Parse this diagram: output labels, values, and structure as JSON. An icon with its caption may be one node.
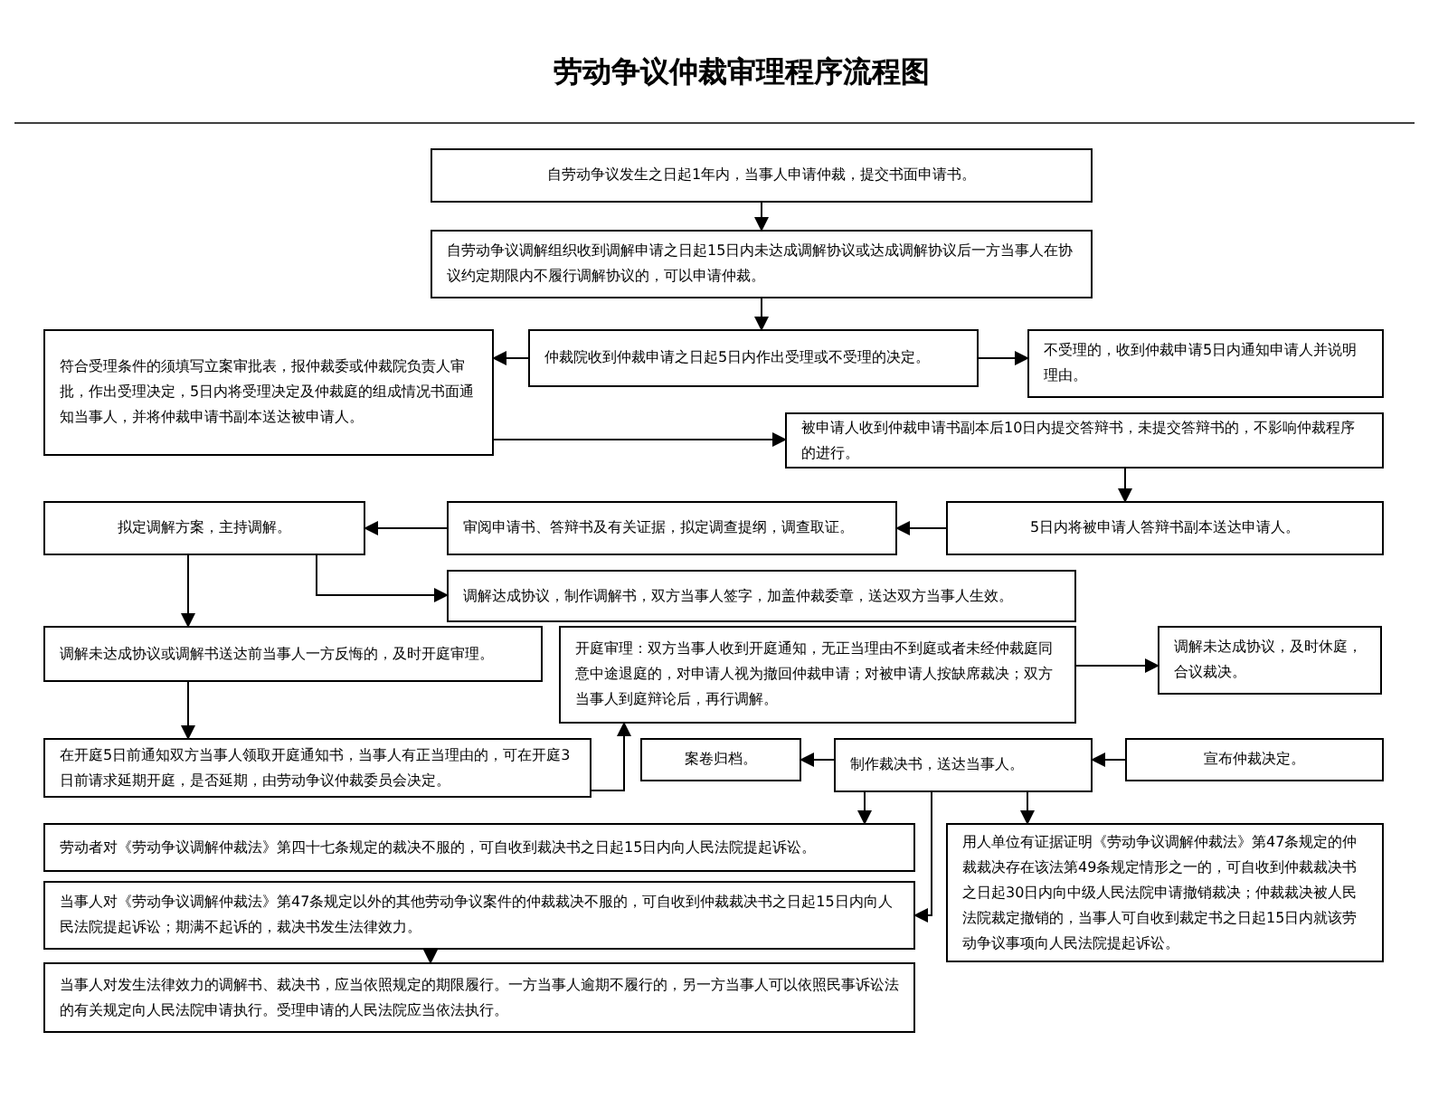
{
  "diagram": {
    "title": "劳动争议仲裁审理程序流程图",
    "nodes": [
      {
        "text": [
          "自劳动争议发生之日起1年内，当事人申请仲裁，提交书面申请书。"
        ]
      },
      {
        "text": [
          "自劳动争议调解组织收到调解申请之日起15日内未达成调解协议或达成调解协议后一方当事人在协议约定期限内不履行调解协议的，可以申请仲裁。"
        ]
      },
      {
        "text": [
          "仲裁院收到仲裁申请之日起5日内作出受理或不受理的决定。"
        ]
      },
      {
        "text": [
          "符合受理条件的须填写立案审批表，报仲裁委或仲裁院负责人审批，作出受理决定，5日内将受理决定及仲裁庭的组成情况书面通知当事人，并将仲裁申请书副本送达被申请人。"
        ]
      },
      {
        "text": [
          "不受理的，收到仲裁申请5日内通知申请人并说明理由。"
        ]
      },
      {
        "text": [
          "被申请人收到仲裁申请书副本后10日内提交答辩书，未提交答辩书的，不影响仲裁程序的进行。"
        ]
      },
      {
        "text": [
          "5日内将被申请人答辩书副本送达申请人。"
        ]
      },
      {
        "text": [
          "审阅申请书、答辩书及有关证据，拟定调查提纲，调查取证。"
        ]
      },
      {
        "text": [
          "拟定调解方案，主持调解。"
        ]
      },
      {
        "text": [
          "调解达成协议，制作调解书，双方当事人签字，加盖仲裁委章，送达双方当事人生效。"
        ]
      },
      {
        "text": [
          "调解未达成协议或调解书送达前当事人一方反悔的，及时开庭审理。"
        ]
      },
      {
        "text": [
          "开庭审理：双方当事人收到开庭通知，无正当理由不到庭或者未经仲裁庭同意中途退庭的，对申请人视为撤回仲裁申请；对被申请人按缺席裁决；双方当事人到庭辩论后，再行调解。"
        ]
      },
      {
        "text": [
          "调解未达成协议，及时休庭，合议裁决。"
        ]
      },
      {
        "text": [
          "在开庭5日前通知双方当事人领取开庭通知书，当事人有正当理由的，可在开庭3日前请求延期开庭，是否延期，由劳动争议仲裁委员会决定。"
        ]
      },
      {
        "text": [
          "案卷归档。"
        ]
      },
      {
        "text": [
          "制作裁决书，送达当事人。"
        ]
      },
      {
        "text": [
          "宣布仲裁决定。"
        ]
      },
      {
        "text": [
          "劳动者对《劳动争议调解仲裁法》第四十七条规定的裁决不服的，可自收到裁决书之日起15日内向人民法院提起诉讼。"
        ]
      },
      {
        "text": [
          "用人单位有证据证明《劳动争议调解仲裁法》第47条规定的仲裁裁决存在该法第49条规定情形之一的，可自收到仲裁裁决书之日起30日内向中级人民法院申请撤销裁决；仲裁裁决被人民法院裁定撤销的，当事人可自收到裁定书之日起15日内就该劳动争议事项向人民法院提起诉讼。"
        ]
      },
      {
        "text": [
          "当事人对《劳动争议调解仲裁法》第47条规定以外的其他劳动争议案件的仲裁裁决不服的，可自收到仲裁裁决书之日起15日内向人民法院提起诉讼；期满不起诉的，裁决书发生法律效力。"
        ]
      },
      {
        "text": [
          "当事人对发生法律效力的调解书、裁决书，应当依照规定的期限履行。一方当事人逾期不履行的，另一方当事人可以依照民事诉讼法的有关规定向人民法院申请执行。受理申请的人民法院应当依法执行。"
        ]
      }
    ],
    "edges": [
      {
        "from": 0,
        "to": 1,
        "arrow": "to"
      },
      {
        "from": 1,
        "to": 2,
        "arrow": "to"
      },
      {
        "from": 2,
        "to": 3,
        "arrow": "to"
      },
      {
        "from": 2,
        "to": 4,
        "arrow": "to"
      },
      {
        "from": 3,
        "to": 5,
        "arrow": "to"
      },
      {
        "from": 5,
        "to": 6,
        "arrow": "to"
      },
      {
        "from": 6,
        "to": 7,
        "arrow": "to"
      },
      {
        "from": 7,
        "to": 8,
        "arrow": "to"
      },
      {
        "from": 8,
        "to": 10,
        "arrow": "to"
      },
      {
        "from": 8,
        "to": 9,
        "arrow": "to"
      },
      {
        "from": 10,
        "to": 13,
        "arrow": "to"
      },
      {
        "from": 13,
        "to": 11,
        "arrow": "to"
      },
      {
        "from": 11,
        "to": 12,
        "arrow": "to"
      },
      {
        "from": 16,
        "to": 15,
        "arrow": "to"
      },
      {
        "from": 15,
        "to": 14,
        "arrow": "to"
      },
      {
        "from": 15,
        "to": 17,
        "arrow": "to"
      },
      {
        "from": 15,
        "to": 18,
        "arrow": "to"
      },
      {
        "from": 15,
        "to": 19,
        "arrow": "to"
      },
      {
        "from": 19,
        "to": 20,
        "arrow": "to"
      }
    ]
  }
}
